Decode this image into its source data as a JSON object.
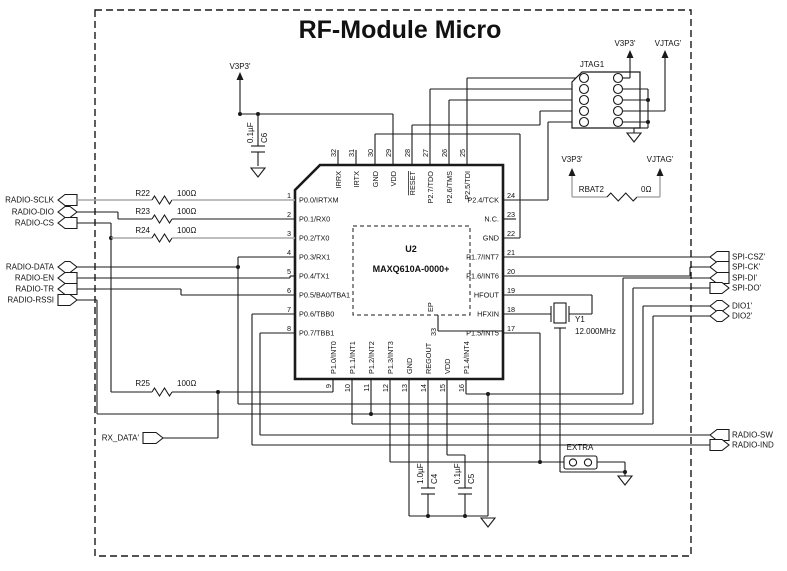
{
  "title": "RF-Module Micro",
  "ic": {
    "ref": "U2",
    "part": "MAXQ610A-0000+",
    "ep_label": "EP",
    "ep_pin": "33",
    "pins_left": [
      {
        "num": "1",
        "name": "P0.0/IRTXM"
      },
      {
        "num": "2",
        "name": "P0.1/RX0"
      },
      {
        "num": "3",
        "name": "P0.2/TX0"
      },
      {
        "num": "4",
        "name": "P0.3/RX1"
      },
      {
        "num": "5",
        "name": "P0.4/TX1"
      },
      {
        "num": "6",
        "name": "P0.5/BA0/TBA1"
      },
      {
        "num": "7",
        "name": "P0.6/TBB0"
      },
      {
        "num": "8",
        "name": "P0.7/TBB1"
      }
    ],
    "pins_right": [
      {
        "num": "24",
        "name": "P2.4/TCK"
      },
      {
        "num": "23",
        "name": "N.C."
      },
      {
        "num": "22",
        "name": "GND"
      },
      {
        "num": "21",
        "name": "P1.7/INT7"
      },
      {
        "num": "20",
        "name": "P1.6/INT6"
      },
      {
        "num": "19",
        "name": "HFOUT"
      },
      {
        "num": "18",
        "name": "HFXIN"
      },
      {
        "num": "17",
        "name": "P1.5/INT5"
      }
    ],
    "pins_top": [
      {
        "num": "32",
        "name": "IRRX"
      },
      {
        "num": "31",
        "name": "IRTX"
      },
      {
        "num": "30",
        "name": "GND"
      },
      {
        "num": "29",
        "name": "VDD"
      },
      {
        "num": "28",
        "name": "RESET"
      },
      {
        "num": "27",
        "name": "P2.7/TDO"
      },
      {
        "num": "26",
        "name": "P2.6/TMS"
      },
      {
        "num": "25",
        "name": "P2.5/TDI"
      }
    ],
    "pins_bottom": [
      {
        "num": "9",
        "name": "P1.0/INT0"
      },
      {
        "num": "10",
        "name": "P1.1/INT1"
      },
      {
        "num": "11",
        "name": "P1.2/INT2"
      },
      {
        "num": "12",
        "name": "P1.3/INT3"
      },
      {
        "num": "13",
        "name": "GND"
      },
      {
        "num": "14",
        "name": "REGOUT"
      },
      {
        "num": "15",
        "name": "VDD"
      },
      {
        "num": "16",
        "name": "P1.4/INT4"
      }
    ]
  },
  "ports_left": [
    {
      "label": "RADIO-SCLK",
      "type": "in"
    },
    {
      "label": "RADIO-DIO",
      "type": "bi"
    },
    {
      "label": "RADIO-CS",
      "type": "in"
    },
    {
      "label": "RADIO-DATA",
      "type": "bi"
    },
    {
      "label": "RADIO-EN",
      "type": "in"
    },
    {
      "label": "RADIO-TR",
      "type": "in"
    },
    {
      "label": "RADIO-RSSI",
      "type": "out"
    }
  ],
  "ports_right": [
    {
      "label": "SPI-CSZ'",
      "type": "in"
    },
    {
      "label": "SPI-CK'",
      "type": "in"
    },
    {
      "label": "SPI-DI'",
      "type": "in"
    },
    {
      "label": "SPI-DO'",
      "type": "out"
    },
    {
      "label": "DIO1'",
      "type": "bi"
    },
    {
      "label": "DIO2'",
      "type": "bi"
    },
    {
      "label": "RADIO-SW",
      "type": "in"
    },
    {
      "label": "RADIO-IND",
      "type": "out"
    }
  ],
  "port_rx_data": {
    "label": "RX_DATA'",
    "type": "out"
  },
  "resistors": [
    {
      "ref": "R22",
      "value": "100Ω"
    },
    {
      "ref": "R23",
      "value": "100Ω"
    },
    {
      "ref": "R24",
      "value": "100Ω"
    },
    {
      "ref": "R25",
      "value": "100Ω"
    },
    {
      "ref": "RBAT2",
      "value": "0Ω"
    }
  ],
  "capacitors": [
    {
      "ref": "C6",
      "value": "0.1µF"
    },
    {
      "ref": "C4",
      "value": "1.0µF"
    },
    {
      "ref": "C5",
      "value": "0.1µF"
    }
  ],
  "crystal": {
    "ref": "Y1",
    "value": "12.000MHz"
  },
  "jtag": {
    "label": "JTAG1"
  },
  "extra": {
    "label": "EXTRA"
  },
  "power": {
    "v3p3": "V3P3'",
    "vjtag": "VJTAG'"
  },
  "colors": {
    "wire": "#1a1a1a",
    "gray_wire": "#a9a9a9",
    "ink": "#111111"
  }
}
